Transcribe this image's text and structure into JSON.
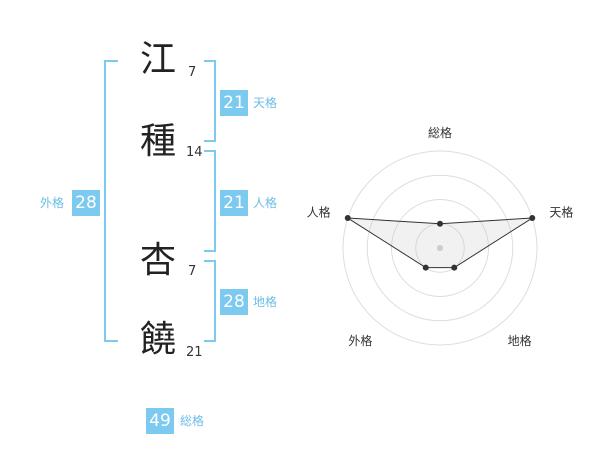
{
  "name_chars": [
    {
      "char": "江",
      "strokes": "7"
    },
    {
      "char": "種",
      "strokes": "14"
    },
    {
      "char": "杏",
      "strokes": "7"
    },
    {
      "char": "饒",
      "strokes": "21"
    }
  ],
  "kakusu": {
    "tenkaku": {
      "value": "21",
      "label": "天格"
    },
    "jinkaku": {
      "value": "21",
      "label": "人格"
    },
    "chikaku": {
      "value": "28",
      "label": "地格"
    },
    "gaikaku": {
      "value": "28",
      "label": "外格"
    },
    "soukaku": {
      "value": "49",
      "label": "総格"
    }
  },
  "colors": {
    "accent": "#7ccaf0",
    "accent_text": "#6bbde8"
  },
  "chart_data": {
    "type": "radar",
    "axes": [
      "総格",
      "天格",
      "地格",
      "外格",
      "人格"
    ],
    "values": [
      1,
      4,
      1,
      1,
      4
    ],
    "rmax": 4,
    "rings": 4
  }
}
